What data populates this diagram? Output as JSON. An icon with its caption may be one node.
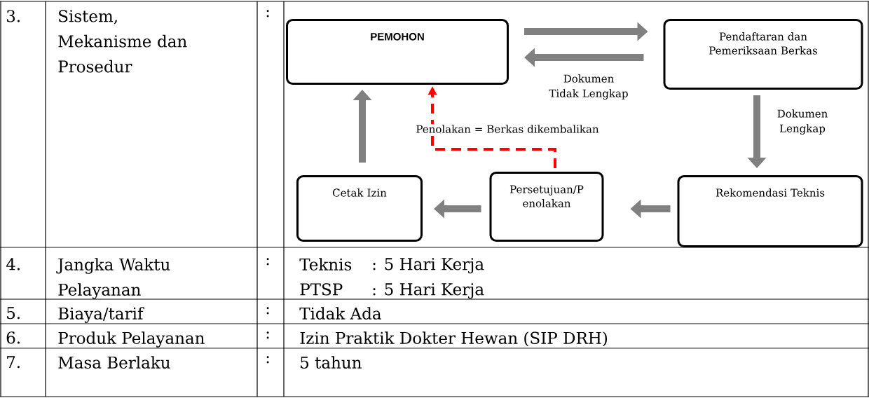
{
  "diagram": {
    "nodes": [
      {
        "text": [
          "PEMOHON"
        ]
      },
      {
        "text": [
          "Pendaftaran dan Pemeriksaan Berkas"
        ]
      },
      {
        "text": [
          "Rekomendasi Teknis"
        ]
      },
      {
        "text": [
          "Persetujuan/P enolakan"
        ]
      },
      {
        "text": [
          "Cetak Izin"
        ]
      }
    ],
    "edges": [
      {
        "from": 0,
        "to": 1,
        "arrow": "to"
      },
      {
        "from": 1,
        "to": 0,
        "arrow": "to",
        "label": "Dokumen Tidak Lengkap"
      },
      {
        "from": 1,
        "to": 2,
        "arrow": "to",
        "label": "Dokumen Lengkap"
      },
      {
        "from": 2,
        "to": 3,
        "arrow": "to"
      },
      {
        "from": 3,
        "to": 4,
        "arrow": "to"
      },
      {
        "from": 4,
        "to": 0,
        "arrow": "to"
      },
      {
        "from": 3,
        "to": 0,
        "arrow": "to",
        "label": "Penolakan = Berkas dikembalikan",
        "style": "dashed",
        "color": "#ff0000"
      }
    ],
    "labels": [
      "3.",
      "Sistem, Mekanisme dan Prosedur",
      ":",
      "4.",
      "Jangka Waktu Pelayanan",
      ":",
      "Teknis",
      ": 5 Hari Kerja",
      "PTSP",
      ": 5 Hari Kerja",
      "5.",
      "Biaya/tarif",
      ":",
      "Tidak Ada",
      "6.",
      "Produk Pelayanan",
      ":",
      "Izin Praktik Dokter Hewan (SIP DRH)",
      "7.",
      "Masa Berlaku",
      ":",
      "5 tahun"
    ]
  }
}
